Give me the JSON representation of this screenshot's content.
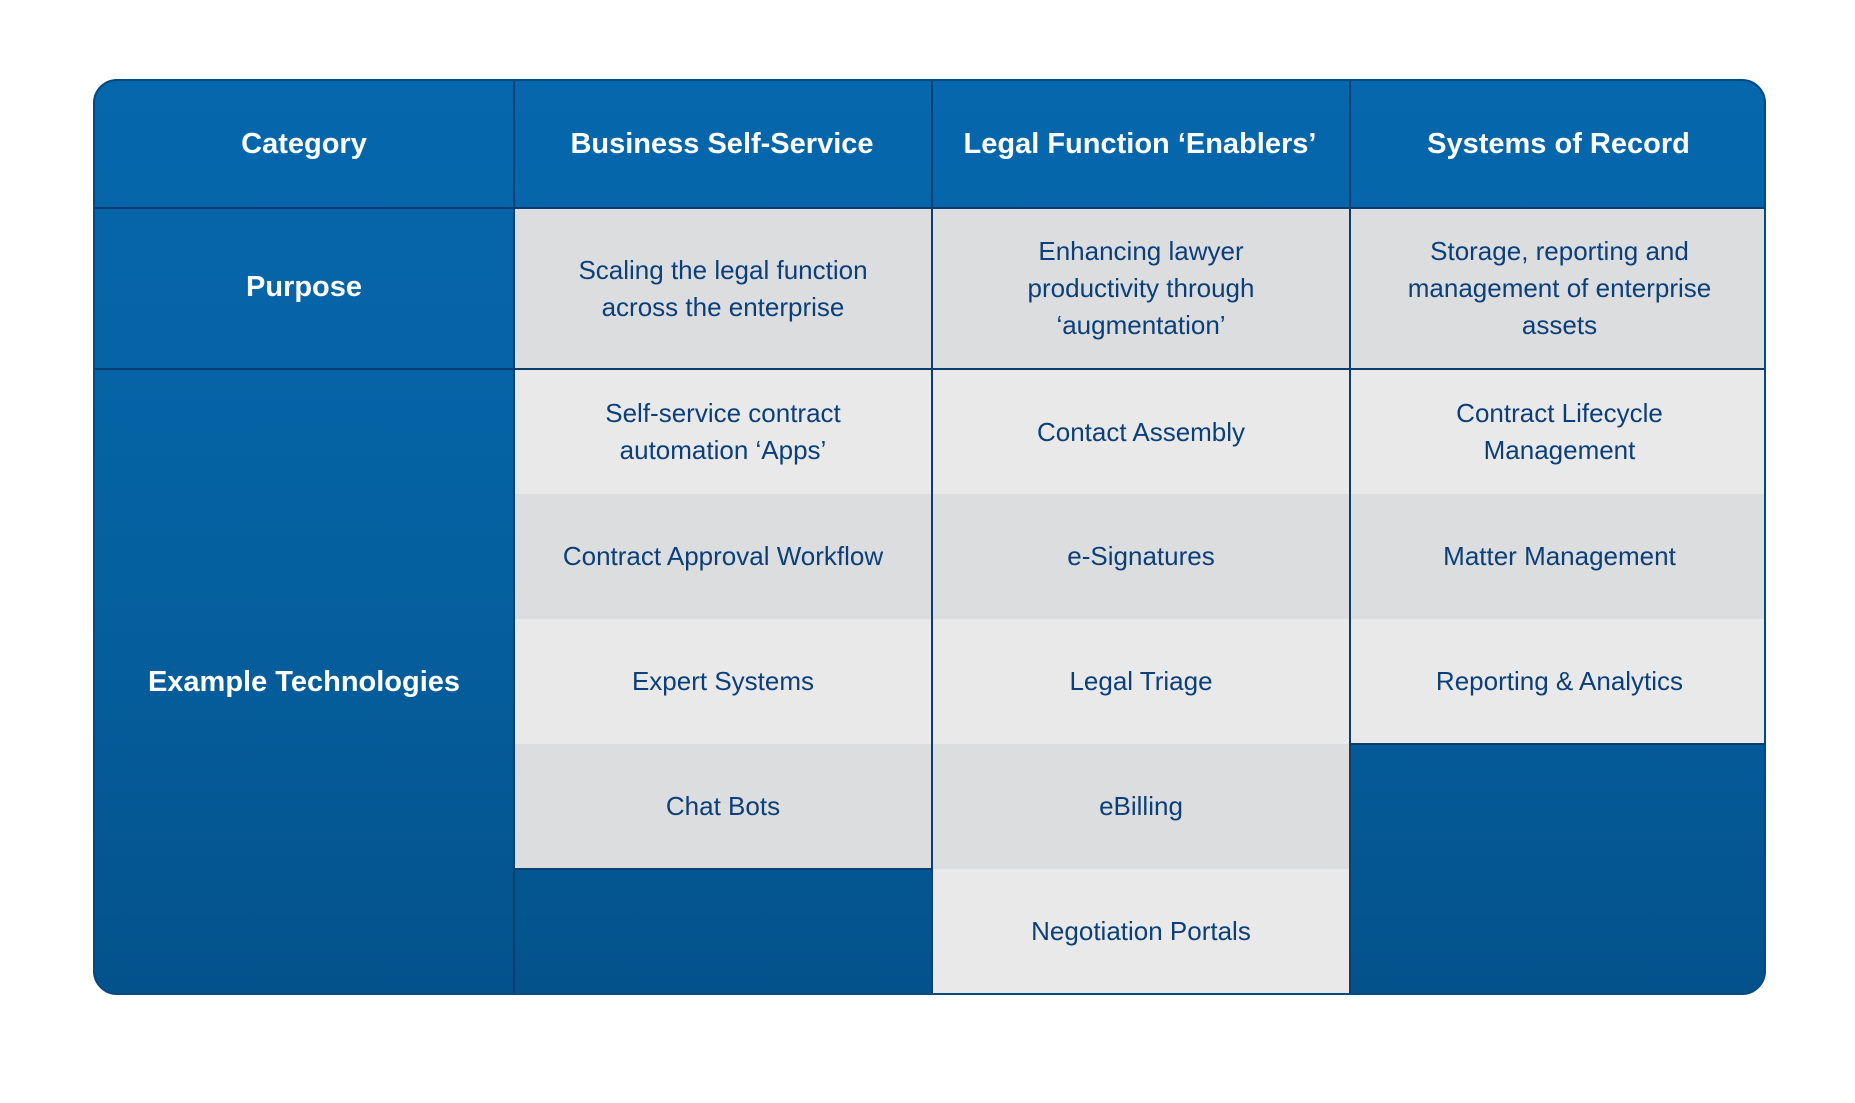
{
  "header": {
    "category": "Category",
    "col1": "Business Self-Service",
    "col2": "Legal Function ‘Enablers’",
    "col3": "Systems of Record"
  },
  "purpose": {
    "label": "Purpose",
    "col1": "Scaling the legal function across the enterprise",
    "col2": "Enhancing lawyer productivity through ‘augmentation’",
    "col3": "Storage, reporting and management of enterprise assets"
  },
  "technologies": {
    "label": "Example Technologies",
    "col1": [
      "Self-service contract automation ‘Apps’",
      "Contract Approval Workflow",
      "Expert Systems",
      "Chat Bots"
    ],
    "col2": [
      "Contact Assembly",
      "e-Signatures",
      "Legal Triage",
      "eBilling",
      "Negotiation Portals"
    ],
    "col3": [
      "Contract Lifecycle Management",
      "Matter Management",
      "Reporting & Analytics"
    ]
  }
}
